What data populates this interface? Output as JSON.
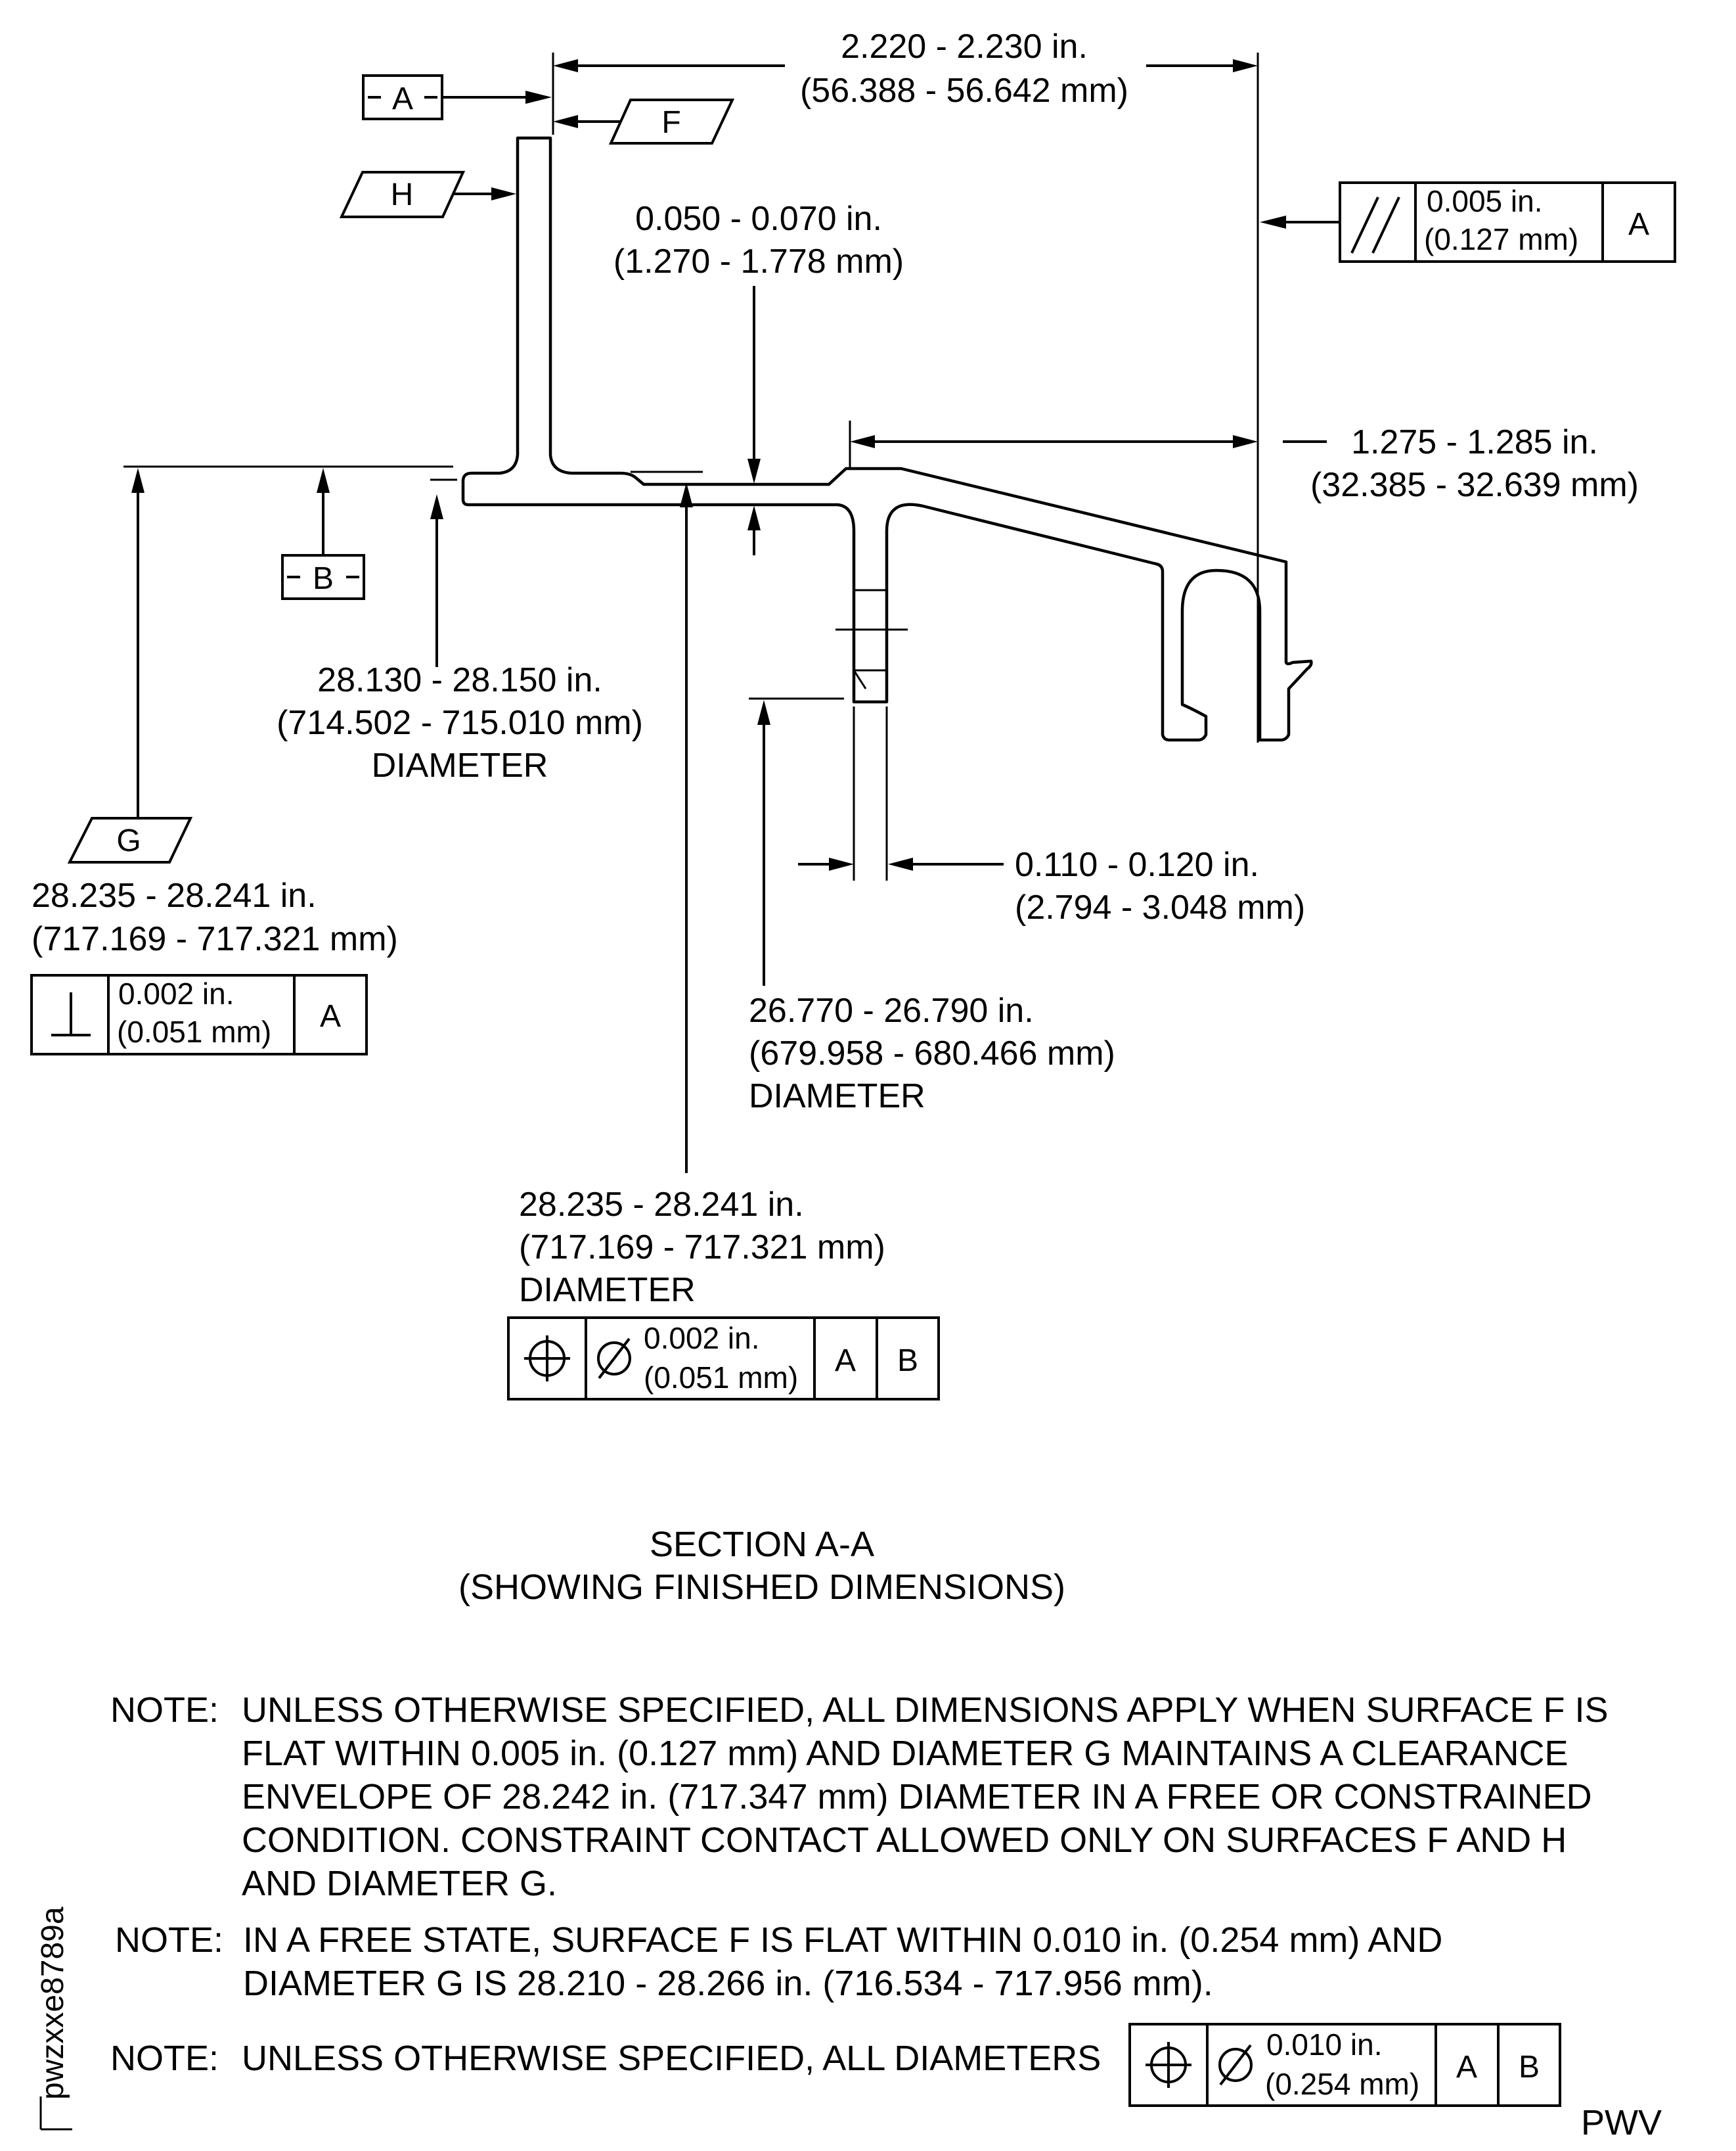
{
  "datums": {
    "A": "A",
    "B": "B",
    "F": "F",
    "H": "H",
    "G": "G"
  },
  "dims": {
    "overall_in": "2.220 - 2.230 in.",
    "overall_mm": "(56.388 - 56.642 mm)",
    "flange_thk_in": "0.050 - 0.070 in.",
    "flange_thk_mm": "(1.270 - 1.778 mm)",
    "hook_in": "1.275 - 1.285 in.",
    "hook_mm": "(32.385 - 32.639 mm)",
    "b_dia_in": "28.130 - 28.150 in.",
    "b_dia_mm": "(714.502 - 715.010 mm)",
    "b_dia_word": "DIAMETER",
    "g_dia_in": "28.235 - 28.241 in.",
    "g_dia_mm": "(717.169 - 717.321 mm)",
    "wall_in": "0.110 - 0.120 in.",
    "wall_mm": "(2.794 - 3.048 mm)",
    "inner_dia_in": "26.770 - 26.790 in.",
    "inner_dia_mm": "(679.958 - 680.466 mm)",
    "inner_dia_word": "DIAMETER",
    "pos_dia_in": "28.235 - 28.241 in.",
    "pos_dia_mm": "(717.169 - 717.321 mm)",
    "pos_dia_word": "DIAMETER"
  },
  "fcf": {
    "parallel": {
      "symbol": "parallelism-icon",
      "tol_in": "0.005 in.",
      "tol_mm": "(0.127 mm)",
      "datum1": "A"
    },
    "perp": {
      "symbol": "perpendicularity-icon",
      "tol_in": "0.002 in.",
      "tol_mm": "(0.051 mm)",
      "datum1": "A"
    },
    "position": {
      "symbol": "position-icon",
      "dia_symbol": "diameter-icon",
      "tol_in": "0.002 in.",
      "tol_mm": "(0.051 mm)",
      "datum1": "A",
      "datum2": "B"
    },
    "note_position": {
      "symbol": "position-icon",
      "dia_symbol": "diameter-icon",
      "tol_in": "0.010 in.",
      "tol_mm": "(0.254 mm)",
      "datum1": "A",
      "datum2": "B"
    }
  },
  "section": {
    "title": "SECTION A-A",
    "subtitle": "(SHOWING FINISHED DIMENSIONS)"
  },
  "notes": {
    "label": "NOTE:",
    "note1": [
      "UNLESS OTHERWISE SPECIFIED, ALL DIMENSIONS APPLY WHEN SURFACE F IS",
      "FLAT WITHIN 0.005 in. (0.127 mm) AND DIAMETER G MAINTAINS A CLEARANCE",
      "ENVELOPE OF 28.242 in. (717.347 mm) DIAMETER IN A FREE OR CONSTRAINED",
      "CONDITION. CONSTRAINT CONTACT ALLOWED ONLY ON SURFACES F AND H",
      "AND DIAMETER G."
    ],
    "note2": [
      "IN A FREE STATE, SURFACE F IS FLAT WITHIN 0.010 in. (0.254 mm) AND",
      "DIAMETER G IS 28.210 - 28.266 in. (716.534 - 717.956 mm)."
    ],
    "note3": "UNLESS OTHERWISE SPECIFIED, ALL DIAMETERS"
  },
  "figure_id": "pwzxxe8789a",
  "source_tag": "PWV"
}
